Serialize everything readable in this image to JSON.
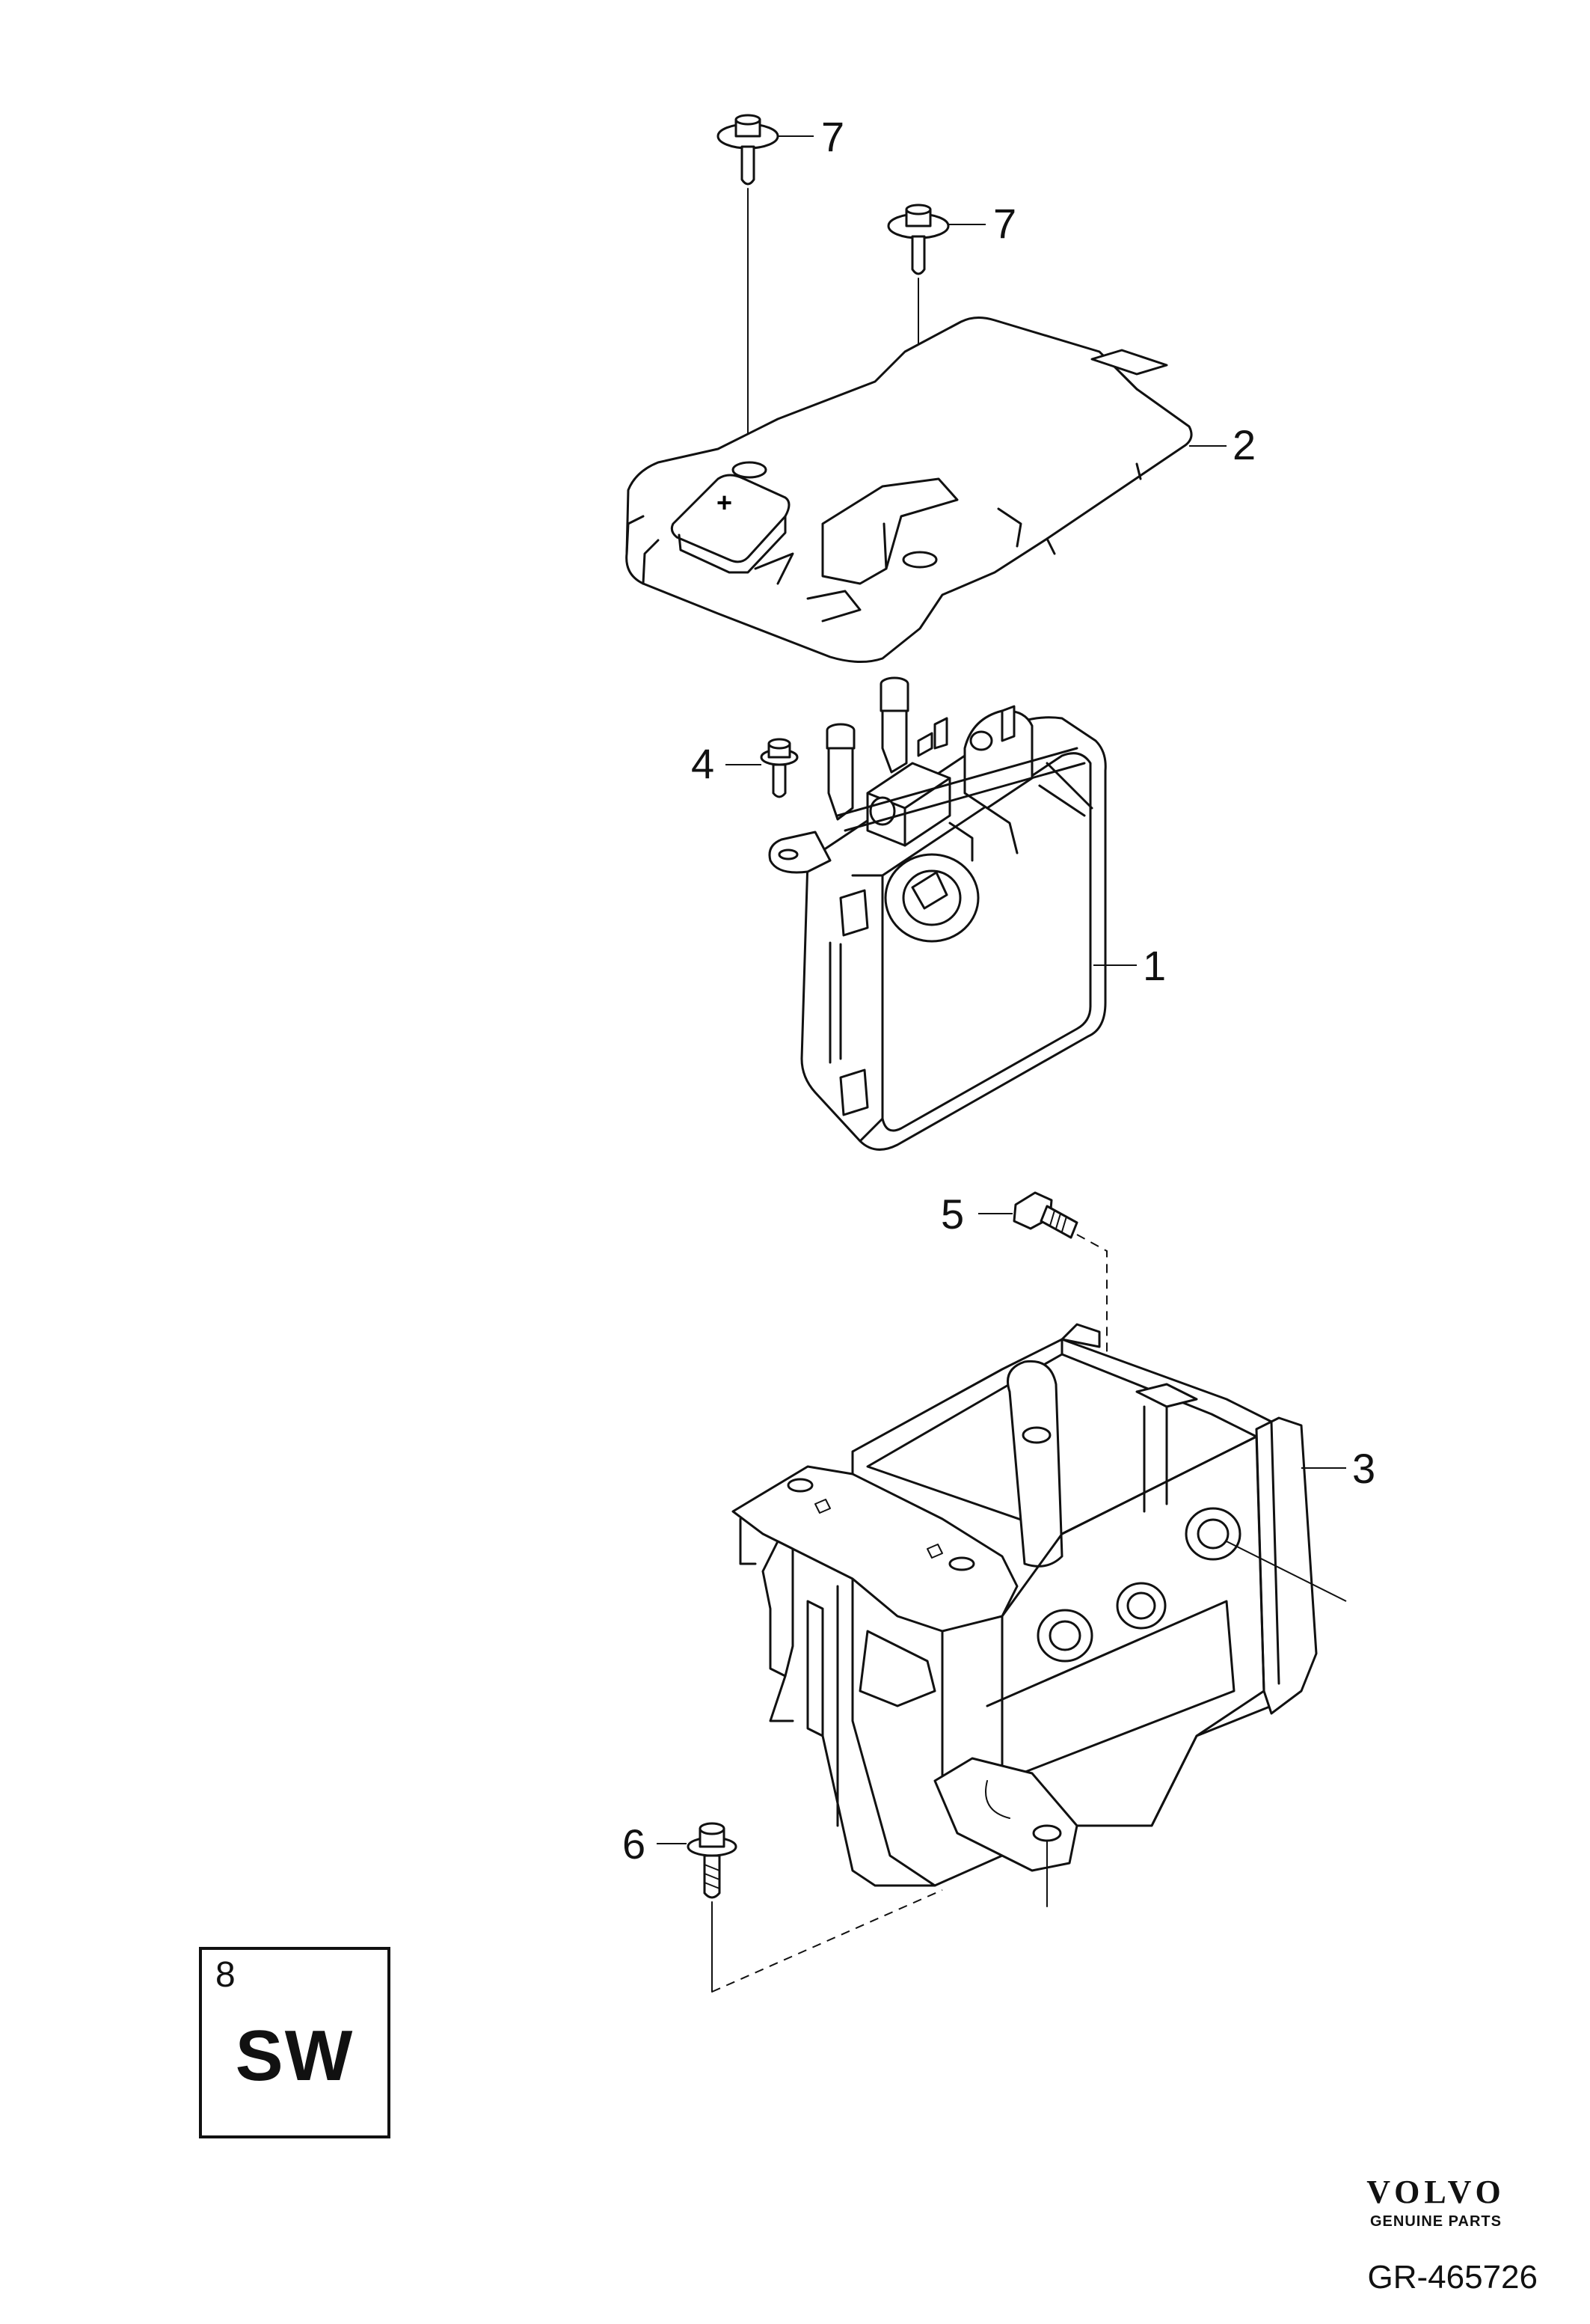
{
  "callouts": {
    "c1": "1",
    "c2": "2",
    "c3": "3",
    "c4": "4",
    "c5": "5",
    "c6": "6",
    "c7a": "7",
    "c7b": "7"
  },
  "note": {
    "number": "8",
    "code": "SW"
  },
  "brand": {
    "name": "VOLVO",
    "tagline": "GENUINE PARTS"
  },
  "reference": "GR-465726"
}
